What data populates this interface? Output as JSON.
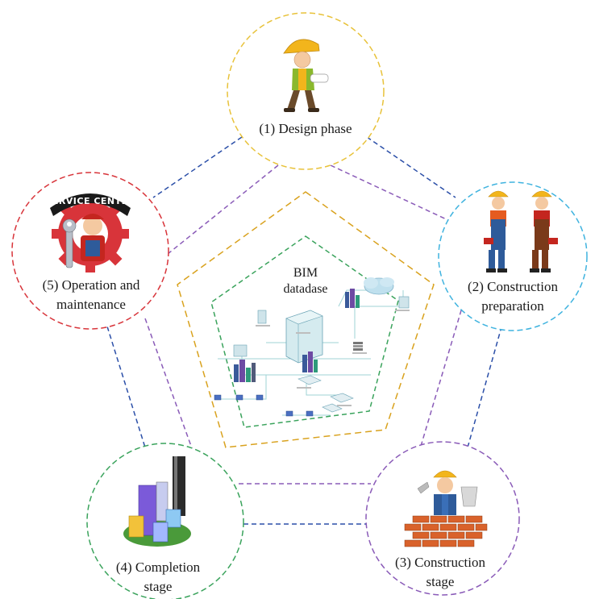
{
  "center": {
    "title_line1": "BIM",
    "title_line2": "datadase"
  },
  "phases": [
    {
      "id": "design",
      "line1": "(1) Design phase",
      "line2": "",
      "color": "#e8c23a"
    },
    {
      "id": "preparation",
      "line1": "(2) Construction",
      "line2": "preparation",
      "color": "#3fb3df"
    },
    {
      "id": "construction",
      "line1": "(3) Construction",
      "line2": "stage",
      "color": "#8a5bb8"
    },
    {
      "id": "completion",
      "line1": "(4) Completion",
      "line2": "stage",
      "color": "#3aa35c"
    },
    {
      "id": "operation",
      "line1": "(5) Operation and",
      "line2": "maintenance",
      "color": "#d8343a"
    }
  ],
  "badges": {
    "service_center": "SERVICE CENTER"
  },
  "colors": {
    "outer_pentagon": "#d9a21e",
    "inner_pentagon": "#3aa35c",
    "connector_blue": "#2b4fa8",
    "connector_purple": "#8a5bb8"
  }
}
